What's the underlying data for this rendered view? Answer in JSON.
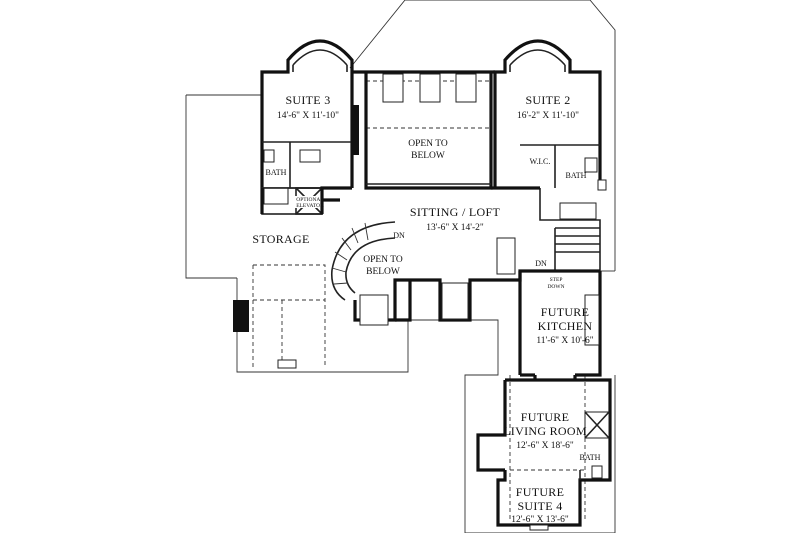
{
  "rooms": {
    "suite3": {
      "name": "SUITE 3",
      "dims": "14'-6\" X 11'-10\""
    },
    "suite2": {
      "name": "SUITE 2",
      "dims": "16'-2\" X 11'-10\""
    },
    "open_to_below_top": {
      "line1": "OPEN TO",
      "line2": "BELOW"
    },
    "sitting_loft": {
      "name": "SITTING / LOFT",
      "dims": "13'-6\" X 14'-2\""
    },
    "storage": {
      "name": "STORAGE"
    },
    "open_to_below_stair": {
      "line1": "OPEN TO",
      "line2": "BELOW"
    },
    "future_kitchen": {
      "line1": "FUTURE",
      "line2": "KITCHEN",
      "dims": "11'-6\" X 10'-6\""
    },
    "future_living": {
      "line1": "FUTURE",
      "line2": "LIVING ROOM",
      "dims": "12'-6\" X 18'-6\""
    },
    "future_suite4": {
      "line1": "FUTURE",
      "line2": "SUITE 4",
      "dims": "12'-6\" X 13'-6\""
    }
  },
  "labels": {
    "bath_left": "BATH",
    "bath_right": "BATH",
    "bath_lower": "BATH",
    "wic": "W.I.C.",
    "elevator_line1": "OPTIONAL",
    "elevator_line2": "ELEVATOR",
    "dn_stair": "DN",
    "dn_right": "DN",
    "step_down_line1": "STEP",
    "step_down_line2": "DOWN"
  }
}
